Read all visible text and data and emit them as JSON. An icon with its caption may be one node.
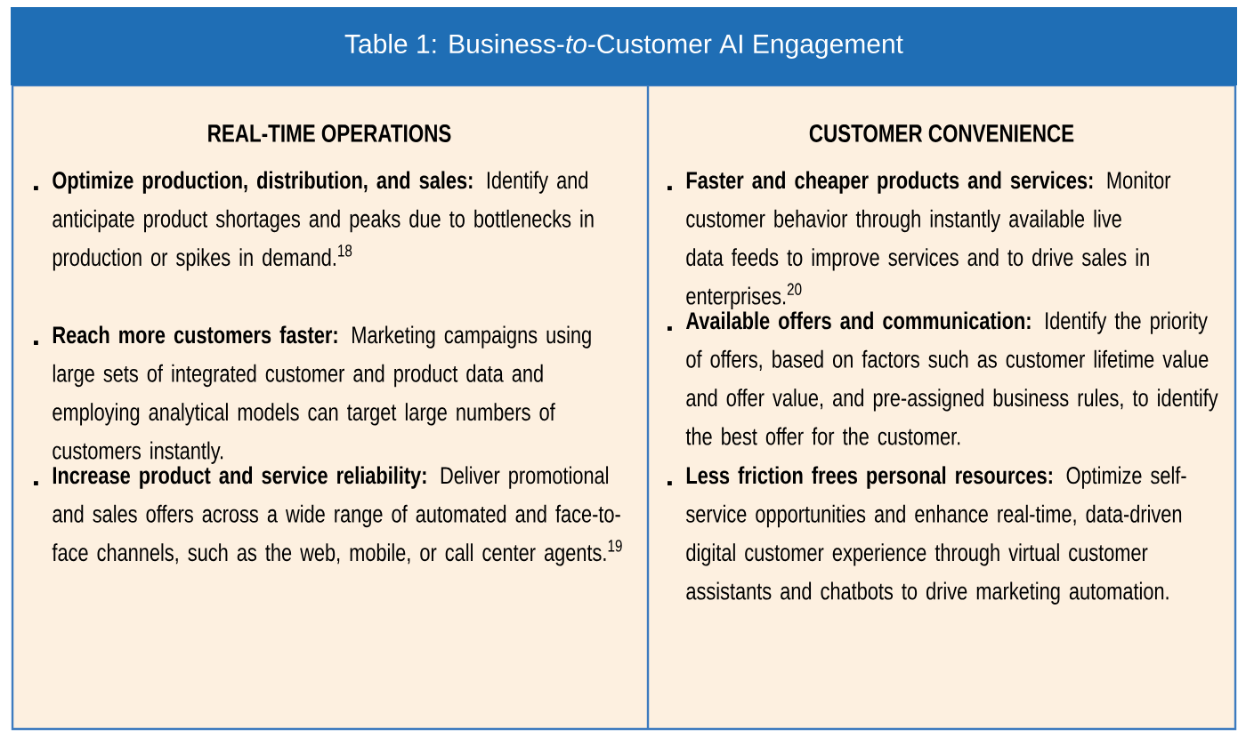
{
  "diagram": {
    "title": "Table 1: Business-*to*-Customer AI Engagement",
    "labels": [
      "REAL-TIME OPERATIONS",
      "CUSTOMER CONVENIENCE",
      "**Optimize production, distribution, and sales:** Identify and anticipate product shortages and peaks due to bottlenecks in production or spikes in demand.$^{18}$",
      "**Faster and cheaper products and services:** Monitor customer behavior through instantly available live data feeds to improve services and to drive sales in enterprises.$^{20}$",
      "**Reach more customers faster:** Marketing campaigns using large sets of integrated customer and product data and employing analytical models can target large numbers of customers instantly.",
      "**Available offers and communication:** Identify the priority of offers, based on factors such as customer lifetime value and offer value, and pre-assigned business rules, to identify the best offer for the customer.",
      "**Increase product and service reliability:** Deliver promotional and sales offers across a wide range of automated and face-to-face channels, such as the web, mobile, or call center agents.$^{19}$",
      "**Less friction frees personal resources:** Optimize self-service opportunities and enhance real-time, data-driven digital customer experience through virtual customer assistants and chatbots to drive marketing automation."
    ]
  }
}
